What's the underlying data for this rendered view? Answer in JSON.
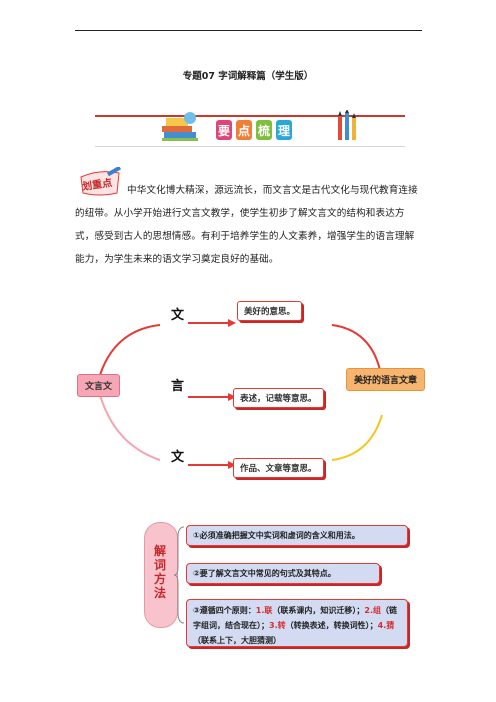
{
  "header": {
    "title": "专题07 字词解释篇（学生版）"
  },
  "banner": {
    "chars": [
      {
        "text": "要",
        "color": "#e0457a"
      },
      {
        "text": "点",
        "color": "#f07e35"
      },
      {
        "text": "梳",
        "color": "#7fbf3e"
      },
      {
        "text": "理",
        "color": "#29a7d8"
      }
    ]
  },
  "intro": {
    "badge": "划重点",
    "paragraph": "中华文化博大精深，源远流长，而文言文是古代文化与现代教育连接的纽带。从小学开始进行文言文教学，使学生初步了解文言文的结构和表达方式，感受到古人的思想情感。有利于培养学生的人文素养，增强学生的语言理解能力，为学生未来的语文学习奠定良好的基础。"
  },
  "diagram": {
    "left_box": "文言文",
    "right_box": "美好的语言文章",
    "rows": [
      {
        "char": "文",
        "meaning": "美好的意思。"
      },
      {
        "char": "言",
        "meaning": "表述，记载等意思。"
      },
      {
        "char": "文",
        "meaning": "作品、文章等意思。"
      }
    ],
    "colors": {
      "arc_red": "#e53935",
      "arc_yellow": "#f5c518"
    }
  },
  "methods": {
    "label": "解词方法",
    "items": [
      "①必须准确把握文中实词和虚词的含义和用法。",
      "②要了解文言文中常见的句式及其特点。"
    ],
    "principles": {
      "intro": "③遵循四个原则：",
      "p1_key": "1.联",
      "p1_desc": "（联系课内，知识迁移）；",
      "p2_key": "2.组",
      "p2_desc": "（链字组词，结合现在）；",
      "p3_key": "3.转",
      "p3_desc": "（转换表述，转换词性）；",
      "p4_key": "4.猜",
      "p4_desc": "（联系上下，大胆猜测）"
    }
  }
}
